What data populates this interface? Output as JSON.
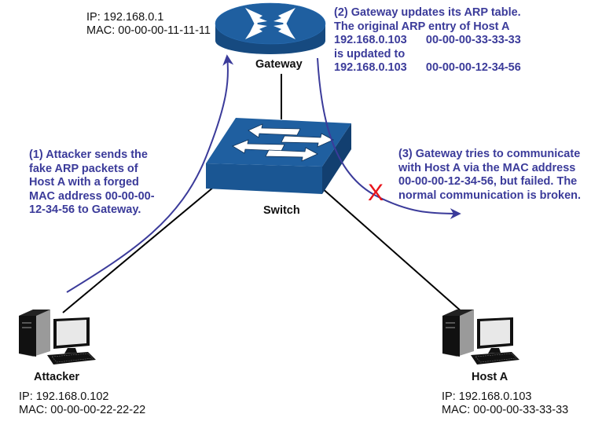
{
  "nodes": {
    "gateway": {
      "label": "Gateway",
      "ip": "IP: 192.168.0.1",
      "mac": "MAC: 00-00-00-11-11-11",
      "icon": "router-icon"
    },
    "switch": {
      "label": "Switch",
      "icon": "switch-icon"
    },
    "attacker": {
      "label": "Attacker",
      "ip": "IP: 192.168.0.102",
      "mac": "MAC: 00-00-00-22-22-22",
      "icon": "computer-icon"
    },
    "host_a": {
      "label": "Host A",
      "ip": "IP: 192.168.0.103",
      "mac": "MAC: 00-00-00-33-33-33",
      "icon": "computer-icon"
    }
  },
  "steps": [
    {
      "lines": [
        "(1) Attacker sends the",
        "fake ARP packets of",
        "Host A with a forged",
        "MAC address 00-00-00-",
        "12-34-56 to Gateway."
      ]
    },
    {
      "lines": [
        "(2) Gateway updates its ARP table.",
        "The original ARP entry of Host A",
        "192.168.0.103      00-00-00-33-33-33",
        "is updated to",
        "192.168.0.103      00-00-00-12-34-56"
      ]
    },
    {
      "lines": [
        "(3) Gateway tries to communicate",
        "with Host A via the MAC address",
        "00-00-00-12-34-56, but failed. The",
        "normal communication is broken."
      ]
    }
  ],
  "failure_mark": "X",
  "colors": {
    "annotation": "#3b3b9a",
    "device_blue": "#1f5fa0",
    "device_blue_dark": "#164a80",
    "failure": "#e8141b",
    "link": "#000000"
  }
}
